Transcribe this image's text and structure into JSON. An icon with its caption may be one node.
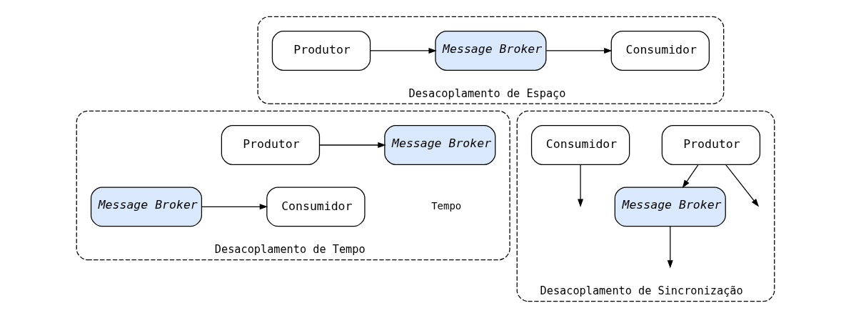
{
  "diagram": {
    "nodes": [
      {
        "text": [
          "Desacoplamento de Espaço"
        ]
      },
      {
        "text": [
          "Produtor"
        ],
        "in": 0
      },
      {
        "text": [
          "Message Broker"
        ],
        "in": 0
      },
      {
        "text": [
          "Consumidor"
        ],
        "in": 0
      },
      {
        "text": [
          "Desacoplamento de Tempo"
        ]
      },
      {
        "text": [
          "Produtor"
        ],
        "in": 4
      },
      {
        "text": [
          "Message Broker"
        ],
        "in": 4
      },
      {
        "text": [
          "Message Broker"
        ],
        "in": 4
      },
      {
        "text": [
          "Consumidor"
        ],
        "in": 4
      },
      {
        "text": [
          "Desacoplamento de Sincronização"
        ]
      },
      {
        "text": [
          "Produtor"
        ],
        "in": 9
      },
      {
        "text": [
          "Message Broker"
        ],
        "in": 9
      },
      {
        "text": [
          "Consumidor"
        ],
        "in": 9
      }
    ],
    "edges": [
      {
        "from": 1,
        "to": 2,
        "arrow": "to"
      },
      {
        "from": 2,
        "to": 3,
        "arrow": "to"
      },
      {
        "from": 5,
        "to": 6,
        "arrow": "to"
      },
      {
        "from": 7,
        "to": 8,
        "arrow": "to"
      },
      {
        "from": 10,
        "to": null,
        "arrow": "to"
      },
      {
        "from": 10,
        "to": 11,
        "arrow": "to"
      },
      {
        "from": 11,
        "to": null,
        "arrow": "to"
      },
      {
        "from": 12,
        "to": null,
        "arrow": "to"
      }
    ],
    "labels": [
      "Tempo"
    ]
  }
}
